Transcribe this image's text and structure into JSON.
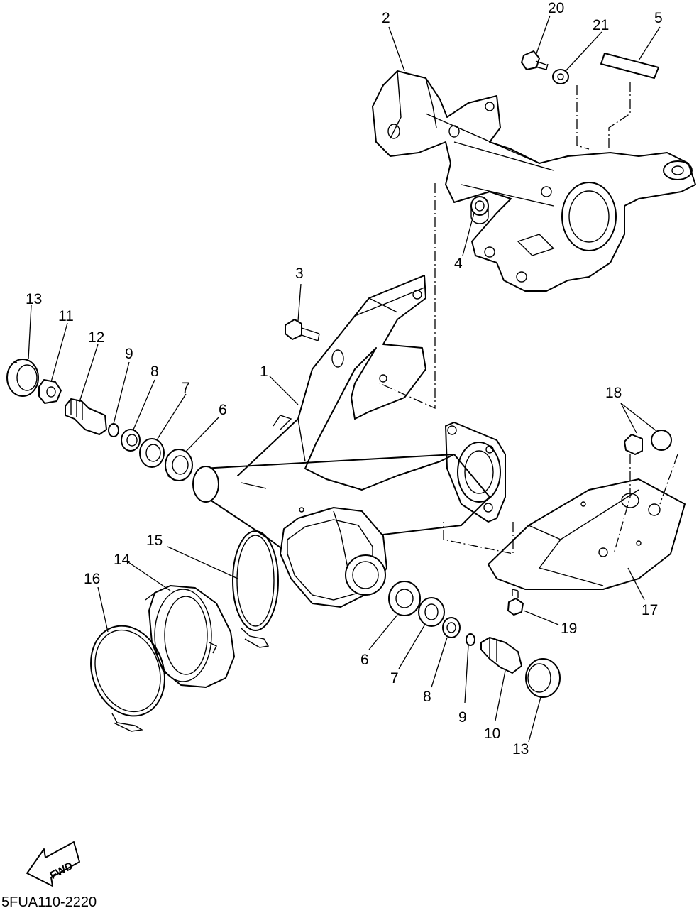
{
  "diagram": {
    "callouts": {
      "c1": "1",
      "c2": "2",
      "c3": "3",
      "c4": "4",
      "c5": "5",
      "c6a": "6",
      "c6b": "6",
      "c7a": "7",
      "c7b": "7",
      "c8a": "8",
      "c8b": "8",
      "c9a": "9",
      "c9b": "9",
      "c10": "10",
      "c11": "11",
      "c12": "12",
      "c13a": "13",
      "c13b": "13",
      "c14": "14",
      "c15": "15",
      "c16": "16",
      "c17": "17",
      "c18": "18",
      "c19": "19",
      "c20": "20",
      "c21": "21"
    },
    "fwd_label": "FWD",
    "figure_code": "5FUA110-2220"
  }
}
